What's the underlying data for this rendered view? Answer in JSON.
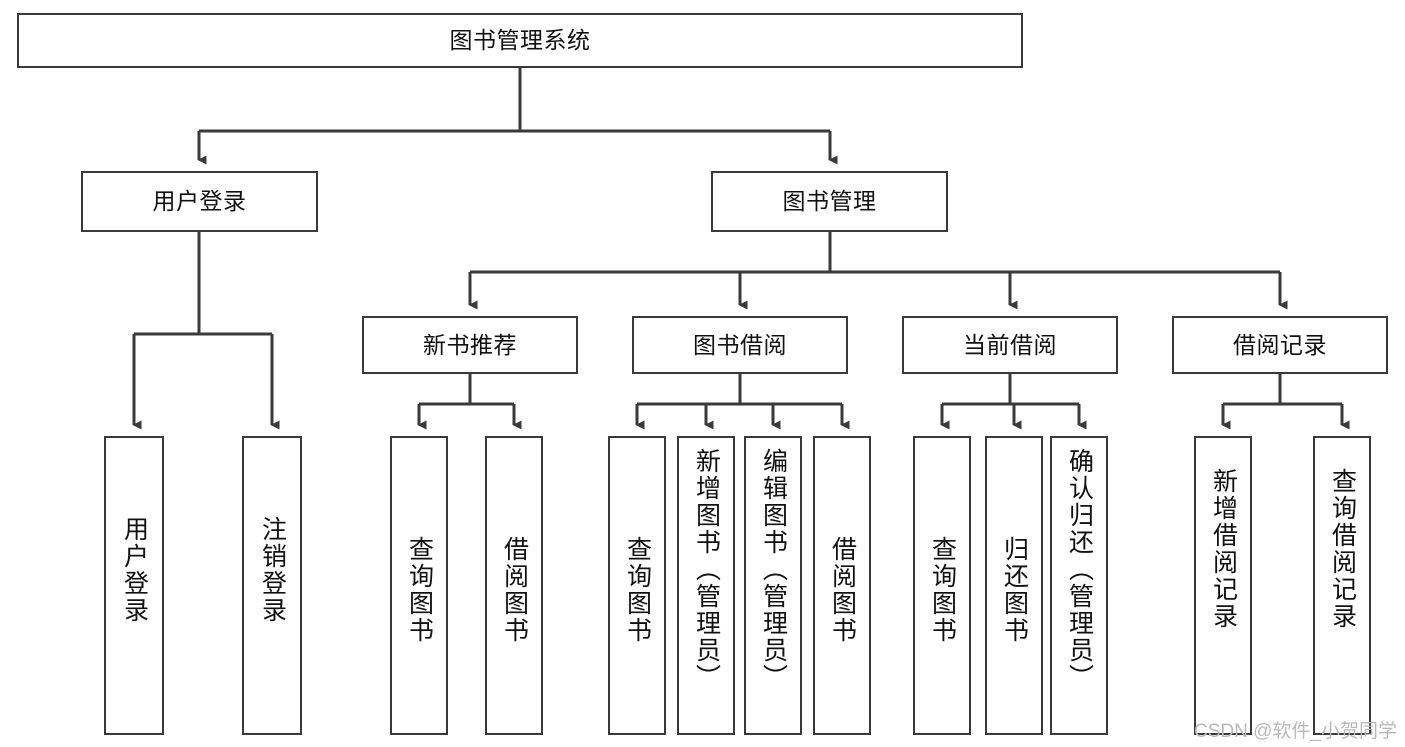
{
  "diagram": {
    "type": "tree-hierarchy-chart",
    "title": "图书管理系统",
    "watermark": "CSDN @软件_小贺同学",
    "colors": {
      "stroke": "#3a3a3a",
      "fill": "#ffffff",
      "text": "#111111",
      "watermark": "#b9b9b9"
    },
    "nodes": {
      "root": {
        "label": "图书管理系统"
      },
      "level2": [
        {
          "label": "用户登录"
        },
        {
          "label": "图书管理"
        }
      ],
      "level3": [
        {
          "label": "新书推荐"
        },
        {
          "label": "图书借阅"
        },
        {
          "label": "当前借阅"
        },
        {
          "label": "借阅记录"
        }
      ],
      "leaves": {
        "user_login": [
          {
            "label": "用户登录"
          },
          {
            "label": "注销登录"
          }
        ],
        "new_book_recommend": [
          {
            "label": "查询图书"
          },
          {
            "label": "借阅图书"
          }
        ],
        "book_borrow": [
          {
            "label": "查询图书"
          },
          {
            "label": "新增图书（管理员）"
          },
          {
            "label": "编辑图书（管理员）"
          },
          {
            "label": "借阅图书"
          }
        ],
        "current_borrow": [
          {
            "label": "查询图书"
          },
          {
            "label": "归还图书"
          },
          {
            "label": "确认归还（管理员）"
          }
        ],
        "borrow_record": [
          {
            "label": "新增借阅记录"
          },
          {
            "label": "查询借阅记录"
          }
        ]
      }
    }
  }
}
